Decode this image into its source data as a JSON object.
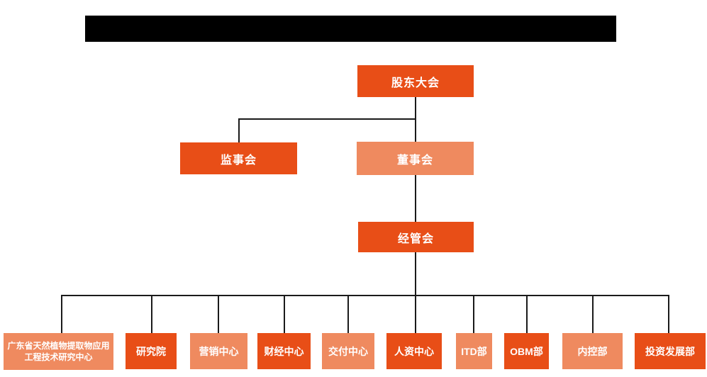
{
  "colors": {
    "primary_orange": "#E84E17",
    "light_orange": "#EF8A5F",
    "connector_black": "#1A1A1A",
    "background": "#FFFFFF",
    "redacted_bar": "#000000"
  },
  "org_chart": {
    "root": {
      "label": "股东大会",
      "variant": "primary"
    },
    "supervisory_board": {
      "label": "监事会",
      "variant": "primary"
    },
    "board_of_directors": {
      "label": "董事会",
      "variant": "light"
    },
    "management_committee": {
      "label": "经管会",
      "variant": "primary"
    },
    "departments": [
      {
        "label": "广东省天然植物提取物应用工程技术研究中心",
        "variant": "light"
      },
      {
        "label": "研究院",
        "variant": "primary"
      },
      {
        "label": "营销中心",
        "variant": "light"
      },
      {
        "label": "财经中心",
        "variant": "primary"
      },
      {
        "label": "交付中心",
        "variant": "light"
      },
      {
        "label": "人资中心",
        "variant": "primary"
      },
      {
        "label": "ITD部",
        "variant": "light"
      },
      {
        "label": "OBM部",
        "variant": "primary"
      },
      {
        "label": "内控部",
        "variant": "light"
      },
      {
        "label": "投资发展部",
        "variant": "primary"
      }
    ]
  }
}
